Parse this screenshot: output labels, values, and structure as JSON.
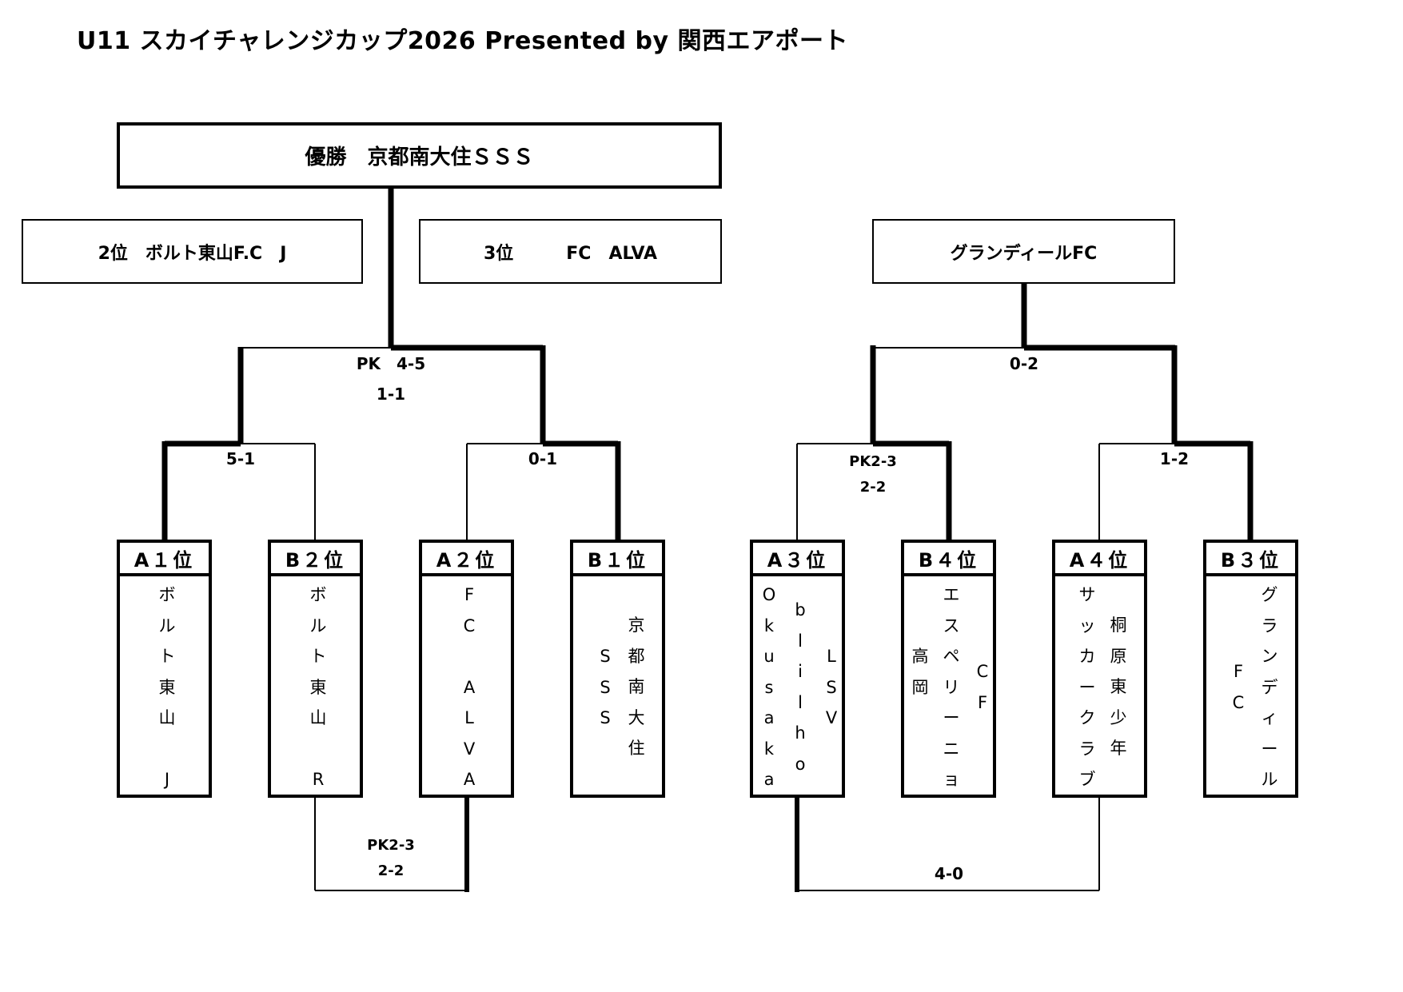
{
  "title": "U11 スカイチャレンジカップ2026 Presented by 関西エアポート",
  "results": {
    "winner": "優勝　京都南大住ＳＳＳ",
    "second": "2位　ボルト東山F.C　J",
    "third": "3位　　　FC　ALVA",
    "other_final": "グランディールFC"
  },
  "scores": {
    "final_pk": "PK　4-5",
    "final": "1-1",
    "left_semi1": "5-1",
    "left_semi2": "0-1",
    "third_place_pk": "PK2-3",
    "third_place": "2-2",
    "right_final": "0-2",
    "right_semi1_pk": "PK2-3",
    "right_semi1": "2-2",
    "right_semi2": "1-2",
    "right_lower": "4-0"
  },
  "teams": [
    {
      "seed": "A１位",
      "columns": [
        [
          "ボ",
          "ル",
          "ト",
          "東",
          "山",
          "",
          "J"
        ]
      ]
    },
    {
      "seed": "B２位",
      "columns": [
        [
          "ボ",
          "ル",
          "ト",
          "東",
          "山",
          "",
          "R"
        ]
      ]
    },
    {
      "seed": "A２位",
      "columns": [
        [
          "F",
          "C",
          "",
          "A",
          "L",
          "V",
          "A"
        ]
      ]
    },
    {
      "seed": "B１位",
      "columns": [
        [
          "S",
          "S",
          "S"
        ],
        [
          "京",
          "都",
          "南",
          "大",
          "住"
        ]
      ]
    },
    {
      "seed": "A３位",
      "columns": [
        [
          "O",
          "k",
          "u",
          "s",
          "a",
          "k",
          "a"
        ],
        [
          "b",
          "l",
          "i",
          "l",
          "h",
          "o"
        ],
        [
          "L",
          "S",
          "V"
        ]
      ]
    },
    {
      "seed": "B４位",
      "columns": [
        [
          "高",
          "岡"
        ],
        [
          "エ",
          "ス",
          "ペ",
          "リ",
          "ー",
          "ニ",
          "ョ"
        ],
        [
          "C",
          "F"
        ]
      ]
    },
    {
      "seed": "A４位",
      "columns": [
        [
          "サ",
          "ッ",
          "カ",
          "ー",
          "ク",
          "ラ",
          "ブ"
        ],
        [
          "桐",
          "原",
          "東",
          "少",
          "年"
        ]
      ]
    },
    {
      "seed": "B３位",
      "columns": [
        [
          "F",
          "C"
        ],
        [
          "グ",
          "ラ",
          "ン",
          "デ",
          "ィ",
          "ー",
          "ル"
        ]
      ]
    }
  ]
}
